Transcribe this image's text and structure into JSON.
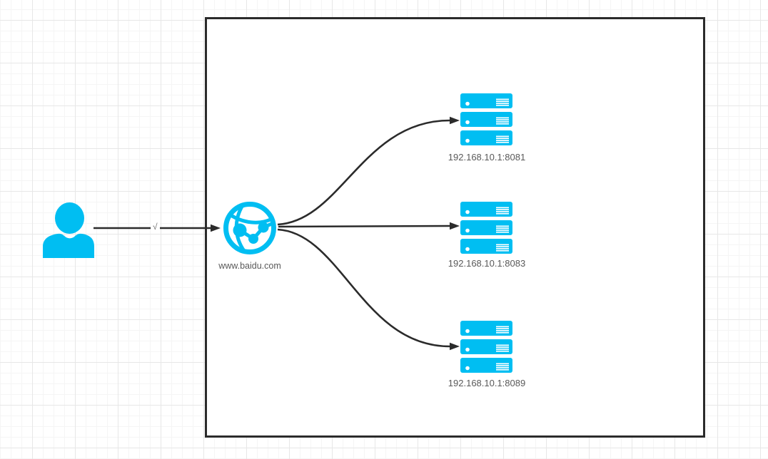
{
  "diagram": {
    "title": "load-balancing-diagram",
    "nodes": {
      "user": {
        "icon": "user-icon"
      },
      "gateway": {
        "icon": "globe-network-icon",
        "label": "www.baidu.com"
      },
      "servers": [
        {
          "icon": "server-stack-icon",
          "label": "192.168.10.1:8081"
        },
        {
          "icon": "server-stack-icon",
          "label": "192.168.10.1:8083"
        },
        {
          "icon": "server-stack-icon",
          "label": "192.168.10.1:8089"
        }
      ]
    },
    "edges": {
      "user_to_gateway": {
        "label": "√"
      },
      "gateway_to_server_1": {
        "label": ""
      },
      "gateway_to_server_2": {
        "label": ""
      },
      "gateway_to_server_3": {
        "label": ""
      }
    },
    "colors": {
      "node_fill": "#00BEF2",
      "edge_stroke": "#2B2B2B",
      "container_border": "#2B2B2B",
      "label_text": "#595959",
      "edge_label_text": "#6B6B6B",
      "grid_minor": "#F5F5F5",
      "grid_major": "#E7E7E7",
      "canvas_bg": "#FFFFFF"
    }
  }
}
